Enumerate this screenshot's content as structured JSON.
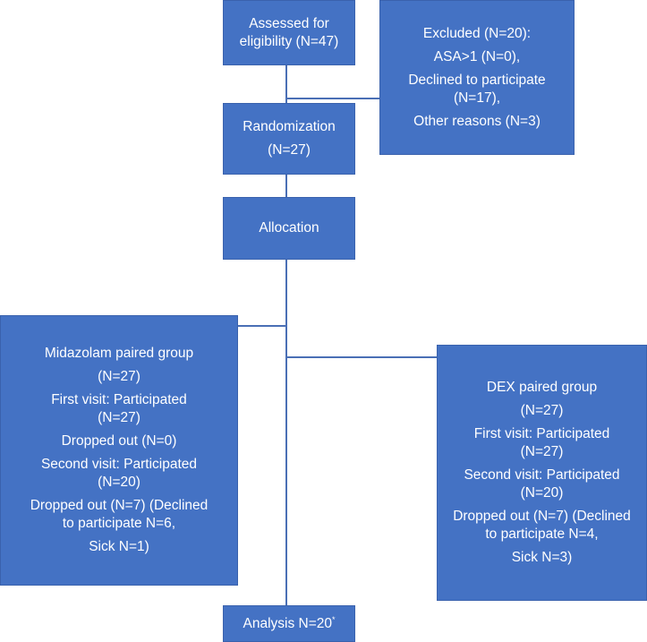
{
  "boxes": {
    "assessed": [
      "Assessed for",
      "eligibility (N=47)"
    ],
    "excluded": [
      "Excluded (N=20):",
      "ASA>1 (N=0),",
      "Declined to participate",
      "(N=17),",
      "Other reasons (N=3)"
    ],
    "randomization": [
      "Randomization",
      "(N=27)"
    ],
    "allocation": "Allocation",
    "midazolam": [
      "Midazolam paired group",
      "(N=27)",
      "First visit: Participated",
      "(N=27)",
      "Dropped out (N=0)",
      "Second visit: Participated",
      "(N=20)",
      "Dropped out (N=7) (Declined",
      "to participate N=6,",
      "Sick N=1)"
    ],
    "dex": [
      "DEX paired group",
      "(N=27)",
      "First visit: Participated",
      "(N=27)",
      "Second visit: Participated",
      "(N=20)",
      "Dropped out (N=7) (Declined",
      "to participate N=4,",
      "Sick N=3)"
    ],
    "analysis": "Analysis N=20",
    "analysis_mark": "*"
  },
  "colors": {
    "box_fill": "#4472c4",
    "connector": "#4a6fb5",
    "text": "#ffffff"
  }
}
